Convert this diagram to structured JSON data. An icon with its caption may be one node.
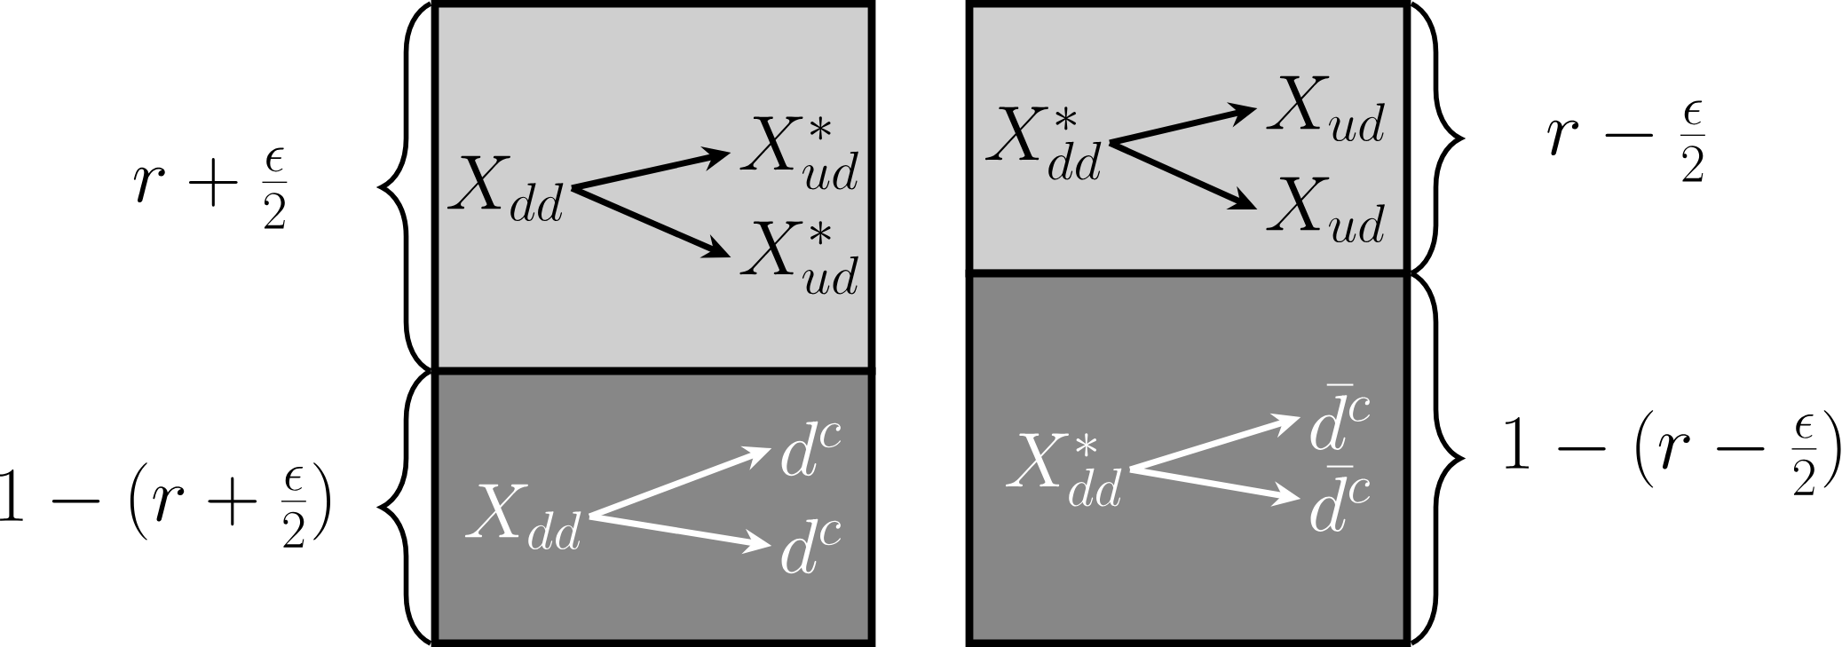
{
  "diagram": {
    "nodes": [
      {
        "text": [],
        "shape": "box"
      },
      {
        "text": [
          "X_{dd}"
        ],
        "in": 0
      },
      {
        "text": [
          "X^*_{ud}"
        ],
        "in": 0
      },
      {
        "text": [
          "X^*_{ud}"
        ],
        "in": 0
      },
      {
        "text": [],
        "shape": "box"
      },
      {
        "text": [
          "X_{dd}"
        ],
        "in": 4
      },
      {
        "text": [
          "d^c"
        ],
        "in": 4
      },
      {
        "text": [
          "d^c"
        ],
        "in": 4
      },
      {
        "text": [],
        "shape": "box"
      },
      {
        "text": [
          "X^*_{dd}"
        ],
        "in": 8
      },
      {
        "text": [
          "X_{ud}"
        ],
        "in": 8
      },
      {
        "text": [
          "X_{ud}"
        ],
        "in": 8
      },
      {
        "text": [],
        "shape": "box"
      },
      {
        "text": [
          "X^*_{dd}"
        ],
        "in": 12
      },
      {
        "text": [
          "\\bar{d}^c"
        ],
        "in": 12
      },
      {
        "text": [
          "\\bar{d}^c"
        ],
        "in": 12
      }
    ],
    "edges": [
      {
        "from": 1,
        "to": 2,
        "arrow": "to"
      },
      {
        "from": 1,
        "to": 3,
        "arrow": "to"
      },
      {
        "from": 5,
        "to": 6,
        "arrow": "to",
        "color": "#ffffff"
      },
      {
        "from": 5,
        "to": 7,
        "arrow": "to",
        "color": "#ffffff"
      },
      {
        "from": 9,
        "to": 10,
        "arrow": "to"
      },
      {
        "from": 9,
        "to": 11,
        "arrow": "to"
      },
      {
        "from": 13,
        "to": 14,
        "arrow": "to",
        "color": "#ffffff"
      },
      {
        "from": 13,
        "to": 15,
        "arrow": "to",
        "color": "#ffffff"
      }
    ],
    "labels": [
      "r+\\frac{\\epsilon}{2}",
      "1-(r+\\frac{\\epsilon}{2})",
      "r-\\frac{\\epsilon}{2}",
      "1-(r-\\frac{\\epsilon}{2})"
    ]
  }
}
